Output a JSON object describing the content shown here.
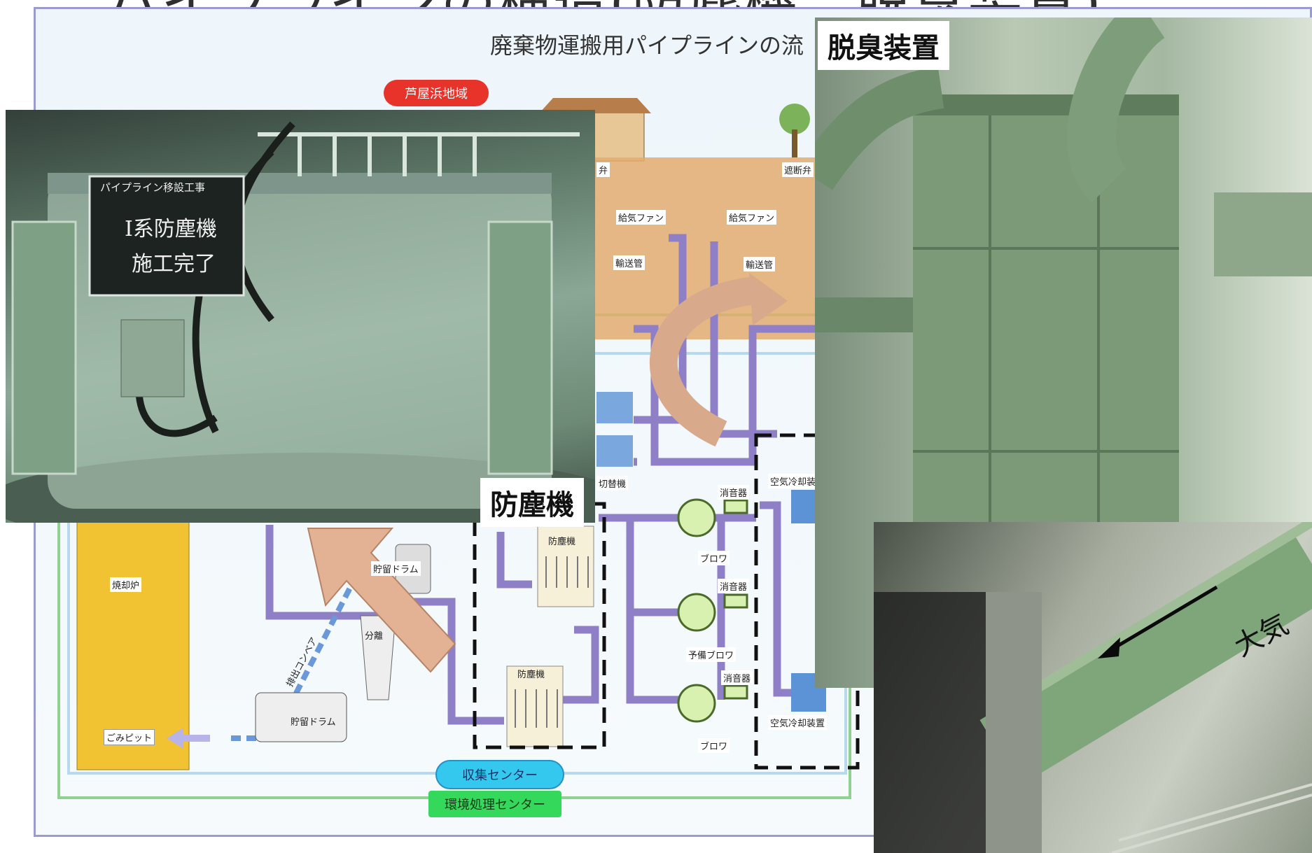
{
  "slide": {
    "title": "パイプラインの構造(防塵機、脱臭装置)",
    "colors": {
      "pipe": "#8f7fc6",
      "arrow": "#e3b193",
      "incinerator": "#f1c232",
      "photo_green": "#6f9275"
    }
  },
  "diagram": {
    "subtitle": "廃棄物運搬用パイプラインの流",
    "area_label": "芦屋浜地域",
    "collection_center": "収集センター",
    "env_center": "環境処理センター",
    "labels": {
      "valve_left": "弁",
      "valve_right": "遮断弁",
      "fan_left": "給気ファン",
      "fan_right": "給気ファン",
      "pipe_left": "輸送管",
      "pipe_right": "輸送管",
      "switcher": "切替機",
      "incinerator": "焼却炉",
      "garbage_pit": "ごみピット",
      "drum_top": "貯留ドラム",
      "drum_bottom": "貯留ドラム",
      "separator": "分離",
      "conveyor": "排出コンベア",
      "dust_collector_1": "防塵機",
      "dust_collector_2": "防塵機",
      "muffler_1": "消音器",
      "muffler_2": "消音器",
      "muffler_3": "消音器",
      "blower_1": "ブロワ",
      "blower_spare": "予備ブロワ",
      "blower_3": "ブロワ",
      "cooler_top": "空気冷却装",
      "cooler_bottom": "空気冷却装置"
    }
  },
  "photos": {
    "dust_collector": {
      "caption": "防塵機",
      "board_line1": "パイプライン移設工事",
      "board_line2": "I系防塵機",
      "board_line3": "施工完了"
    },
    "deodorizer": {
      "caption": "脱臭装置"
    },
    "exhaust": {
      "annotation": "大気"
    }
  }
}
